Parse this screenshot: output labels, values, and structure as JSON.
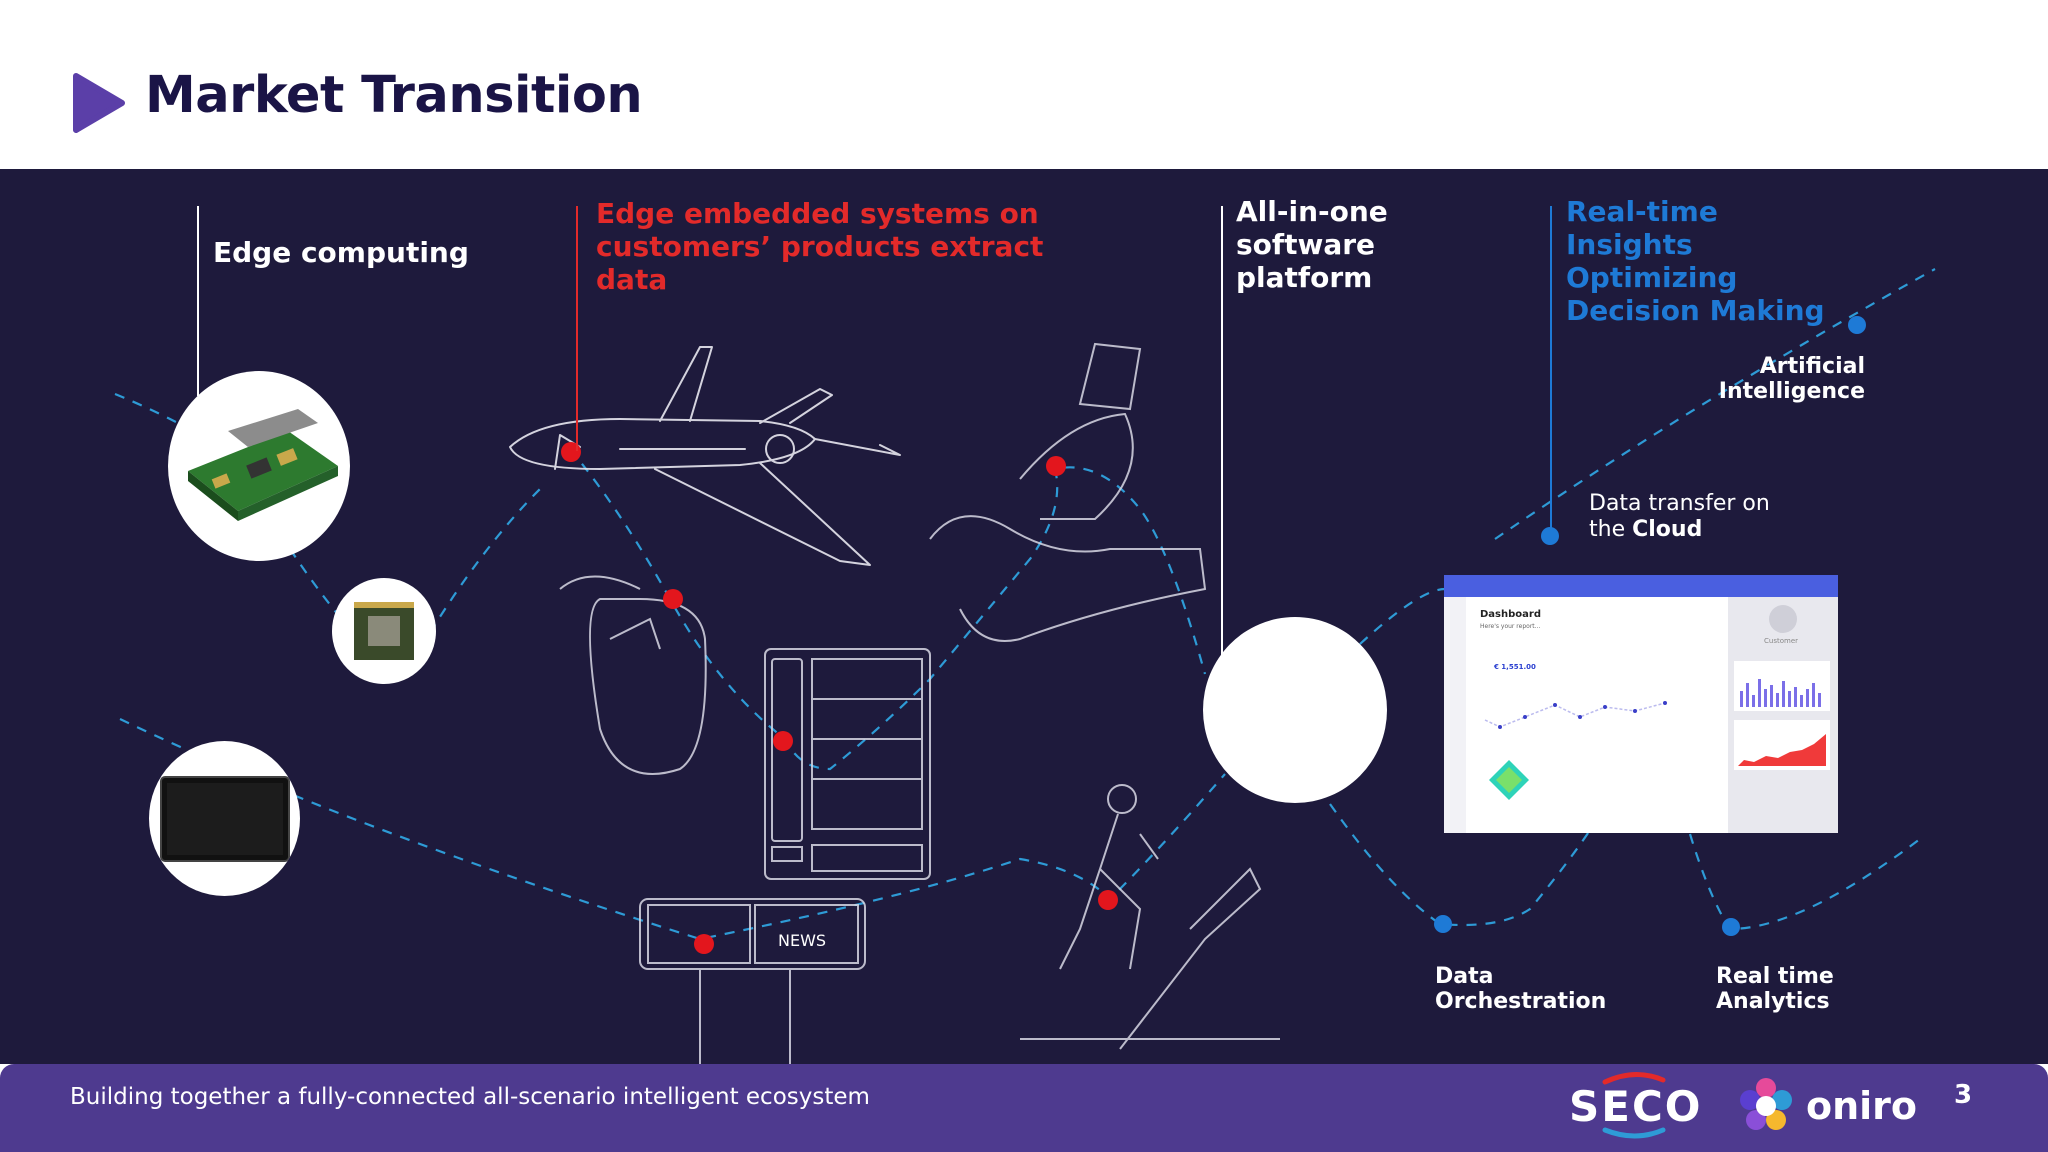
{
  "header": {
    "title": "Market Transition"
  },
  "labels": {
    "edge_computing": "Edge computing",
    "edge_embedded_1": "Edge embedded systems on",
    "edge_embedded_2": "customers’ products extract",
    "edge_embedded_3": "data",
    "all_in_one_1": "All-in-one",
    "all_in_one_2": "software",
    "all_in_one_3": "platform",
    "realtime_1": "Real-time",
    "realtime_2": "Insights",
    "realtime_3": "Optimizing",
    "realtime_4": "Decision Making",
    "ai_1": "Artificial",
    "ai_2": "Intelligence",
    "cloud_1": "Data transfer on",
    "cloud_2": "the ",
    "cloud_3": "Cloud",
    "orch_1": "Data",
    "orch_2": "Orchestration",
    "analytics_1": "Real time",
    "analytics_2": "Analytics",
    "news": "NEWS"
  },
  "dashboard": {
    "title": "Dashboard",
    "subtitle": "Here's your report...",
    "value": "€ 1,551.00",
    "customer": "Customer"
  },
  "footer": {
    "tagline": "Building together a fully-connected all-scenario intelligent ecosystem",
    "brand_seco": "SECO",
    "brand_oniro": "oniro",
    "page": "3"
  },
  "colors": {
    "navy": "#1e1a3c",
    "title": "#1a1446",
    "red": "#e32a2a",
    "blue": "#1e7ad6",
    "footer": "#4e3a8f"
  }
}
